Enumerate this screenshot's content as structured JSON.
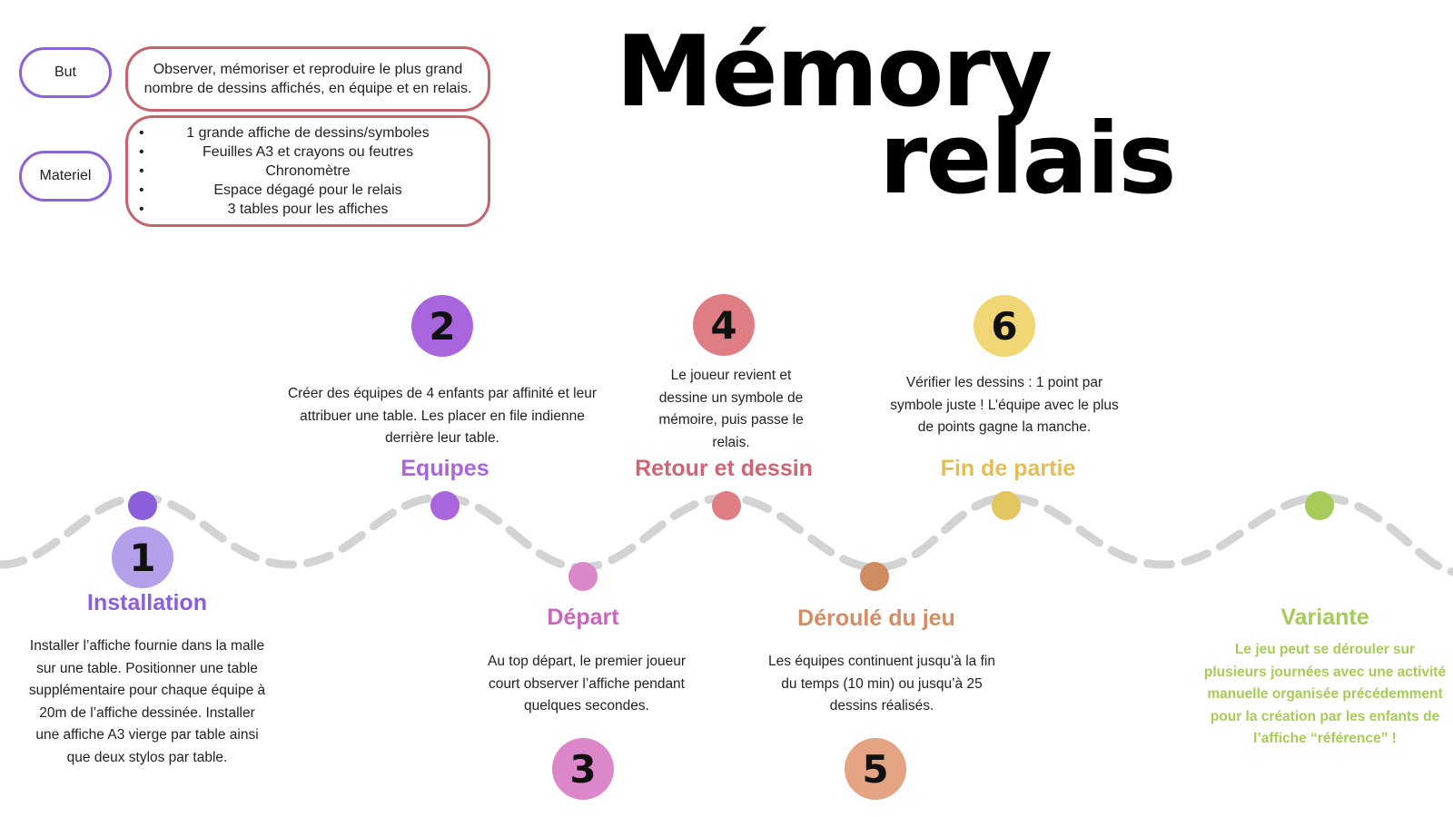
{
  "title": {
    "line1": "Mémory",
    "line2": "relais"
  },
  "info": {
    "goal_label": "But",
    "goal_text": "Observer, mémoriser et reproduire le plus grand nombre de dessins affichés, en équipe et en relais.",
    "material_label": "Materiel",
    "material_items": [
      "1 grande affiche de dessins/symboles",
      "Feuilles A3 et crayons ou feutres",
      "Chronomètre",
      "Espace dégagé pour le relais",
      "3 tables pour les affiches"
    ]
  },
  "colors": {
    "label_border": "#8a63d6",
    "box_border": "#c4626e",
    "path": "#d3d3d3"
  },
  "steps": [
    {
      "number": "1",
      "title": "Installation",
      "color": "#8b5fdc",
      "badge": "#b4a0ea",
      "dot": "#8b5fdc",
      "text": "Installer l’affiche fournie dans la malle sur une table. Positionner une table supplémentaire pour chaque équipe à 20m de l’affiche dessinée. Installer une affiche A3 vierge par table ainsi que deux stylos par table."
    },
    {
      "number": "2",
      "title": "Equipes",
      "color": "#a865dc",
      "badge": "#a865dc",
      "dot": "#a865dc",
      "text": "Créer des équipes de 4 enfants par affinité et leur attribuer une table. Les placer en file indienne derrière leur table."
    },
    {
      "number": "3",
      "title": "Départ",
      "color": "#c966bc",
      "badge": "#db87c9",
      "dot": "#db87c9",
      "text": "Au top départ, le premier joueur court observer l’affiche pendant quelques secondes."
    },
    {
      "number": "4",
      "title": "Retour et dessin",
      "color": "#cf6474",
      "badge": "#df7d85",
      "dot": "#df7d85",
      "text": "Le joueur revient et dessine un symbole de mémoire, puis passe le relais."
    },
    {
      "number": "5",
      "title": "Déroulé du jeu",
      "color": "#d38c66",
      "badge": "#e4a383",
      "dot": "#cf8c63",
      "text": "Les équipes continuent jusqu’à la fin du temps (10 min) ou jusqu’à 25 dessins réalisés."
    },
    {
      "number": "6",
      "title": "Fin de partie",
      "color": "#e3bd55",
      "badge": "#f0d674",
      "dot": "#e3c65f",
      "text": "Vérifier les dessins : 1 point par symbole juste ! L’équipe avec le plus de points gagne la manche."
    }
  ],
  "variant": {
    "title": "Variante",
    "color": "#a6cb58",
    "text": "Le jeu peut se dérouler sur plusieurs journées avec une activité manuelle organisée précédemment pour la création par les enfants de l’affiche “référence” !"
  }
}
